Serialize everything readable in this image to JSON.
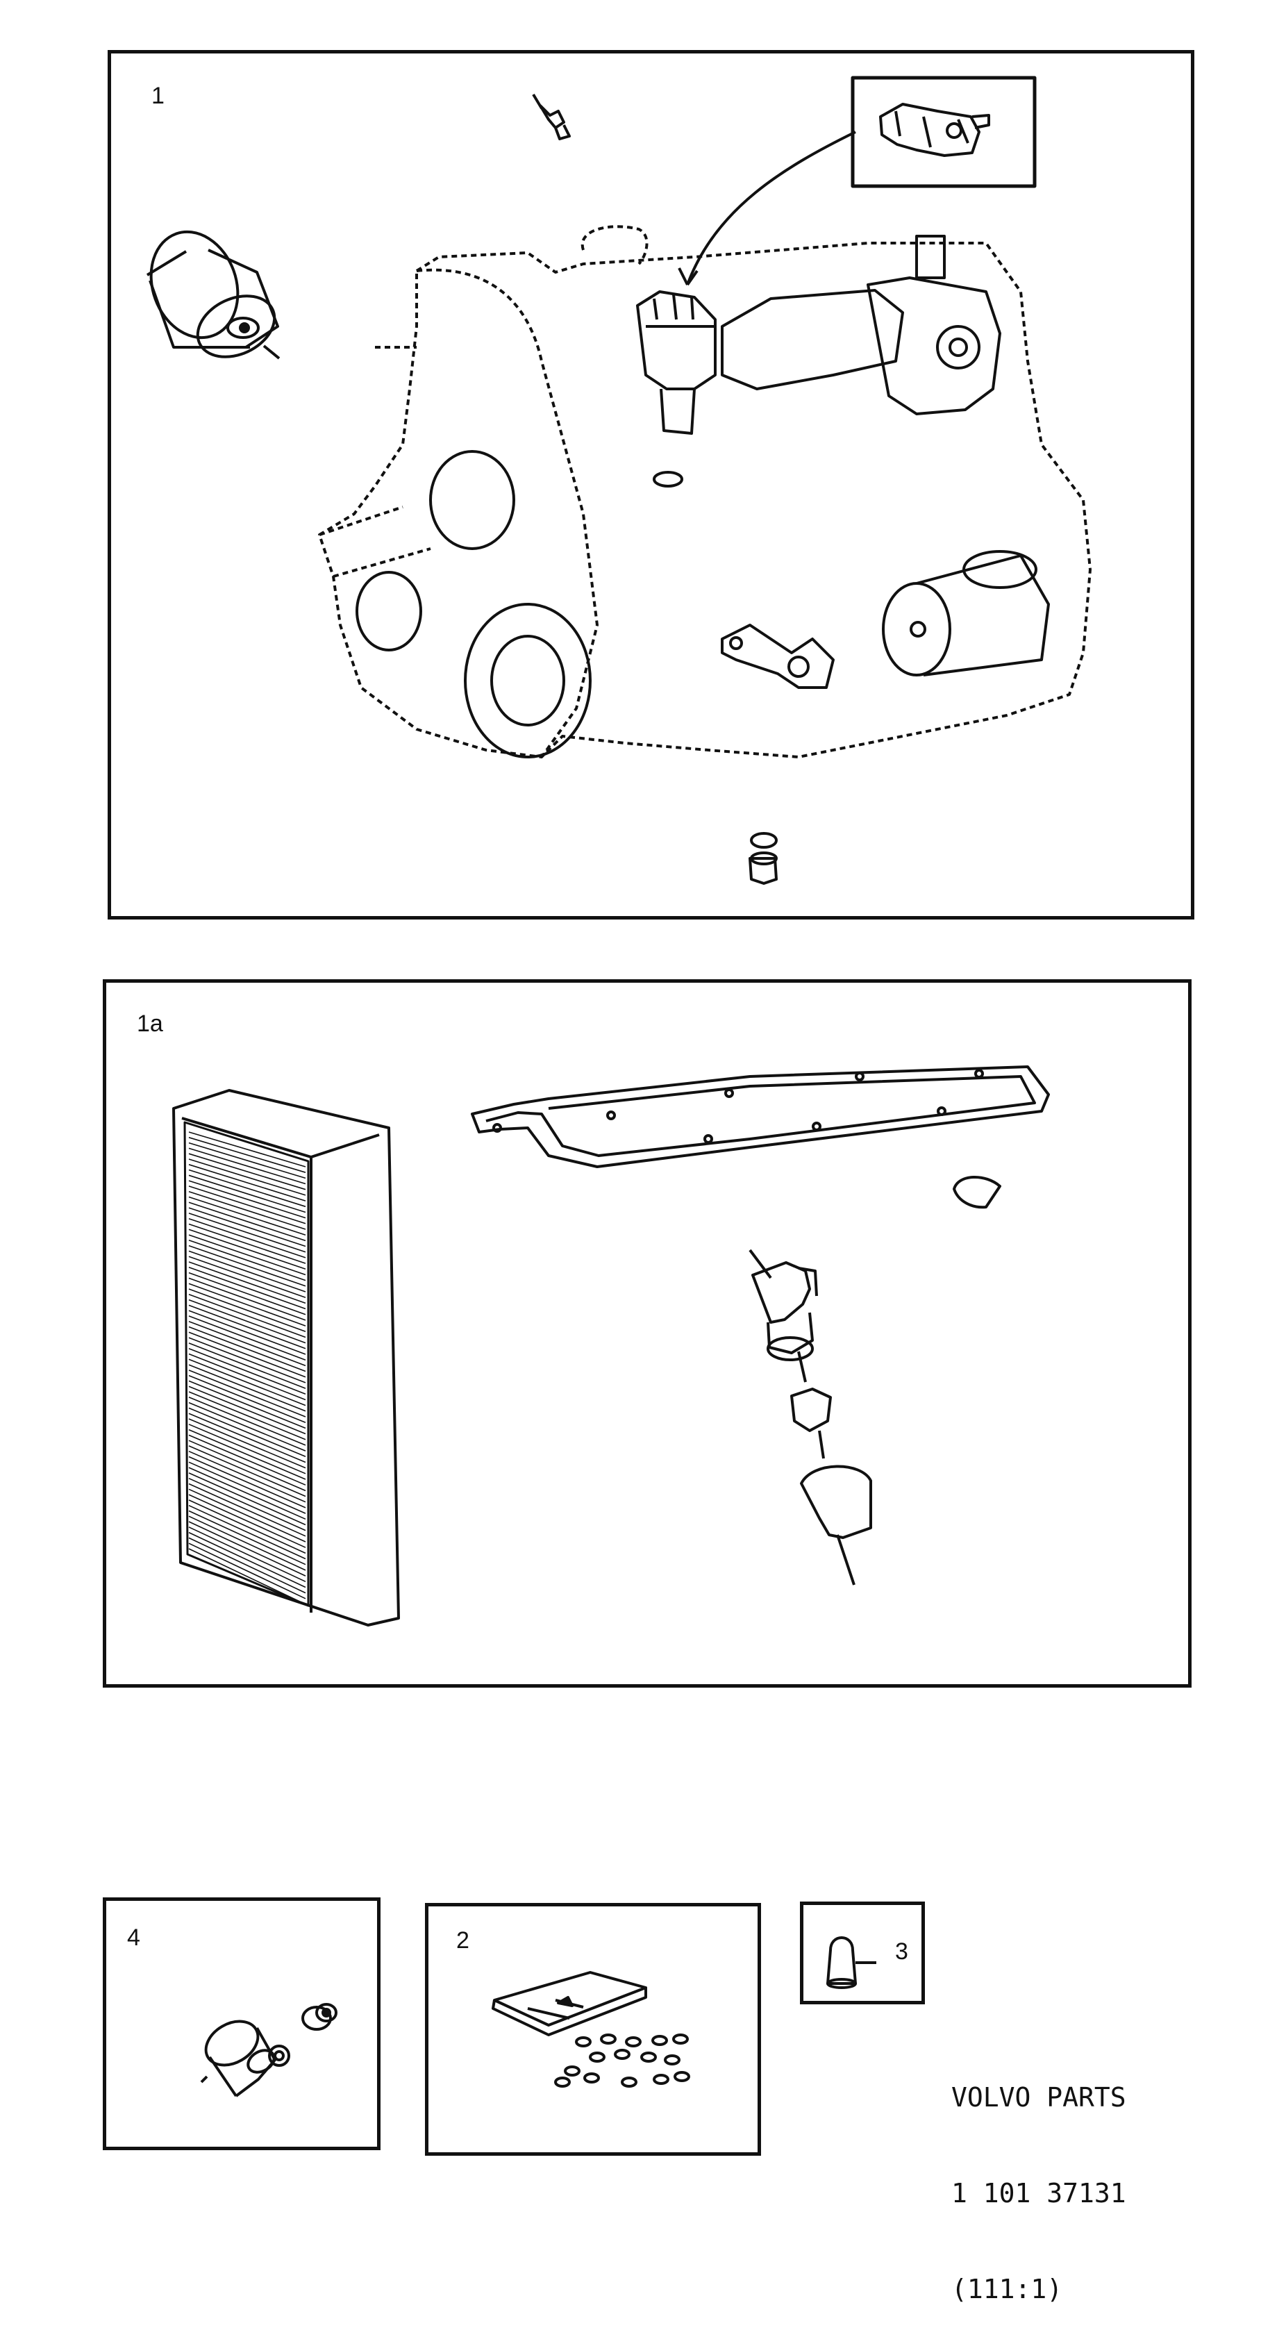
{
  "panels": {
    "engine": {
      "label": "1"
    },
    "service_parts": {
      "label": "1a"
    },
    "ignition_kit": {
      "label": "4"
    },
    "spark_plug_kit": {
      "label": "2"
    },
    "boot": {
      "label": "3",
      "callout": "3"
    }
  },
  "footer": {
    "brand": "VOLVO PARTS",
    "part_number": "1 101 37131",
    "reference": "(111:1)"
  },
  "icons": {
    "engine": "engine-assembly-icon",
    "oil_filter": "oil-filter-icon",
    "spark_plug": "spark-plug-icon",
    "distributor": "distributor-icon",
    "air_filter": "air-filter-icon",
    "gasket": "valve-cover-gasket-icon",
    "thermostat": "thermostat-housing-icon"
  }
}
